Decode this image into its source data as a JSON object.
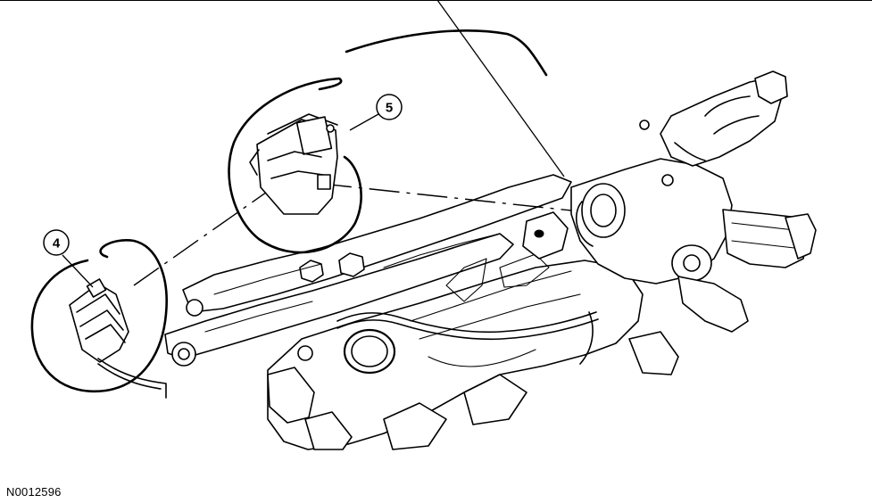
{
  "diagram": {
    "callouts": [
      {
        "label": "4"
      },
      {
        "label": "5"
      }
    ],
    "reference_code": "N0012596"
  }
}
